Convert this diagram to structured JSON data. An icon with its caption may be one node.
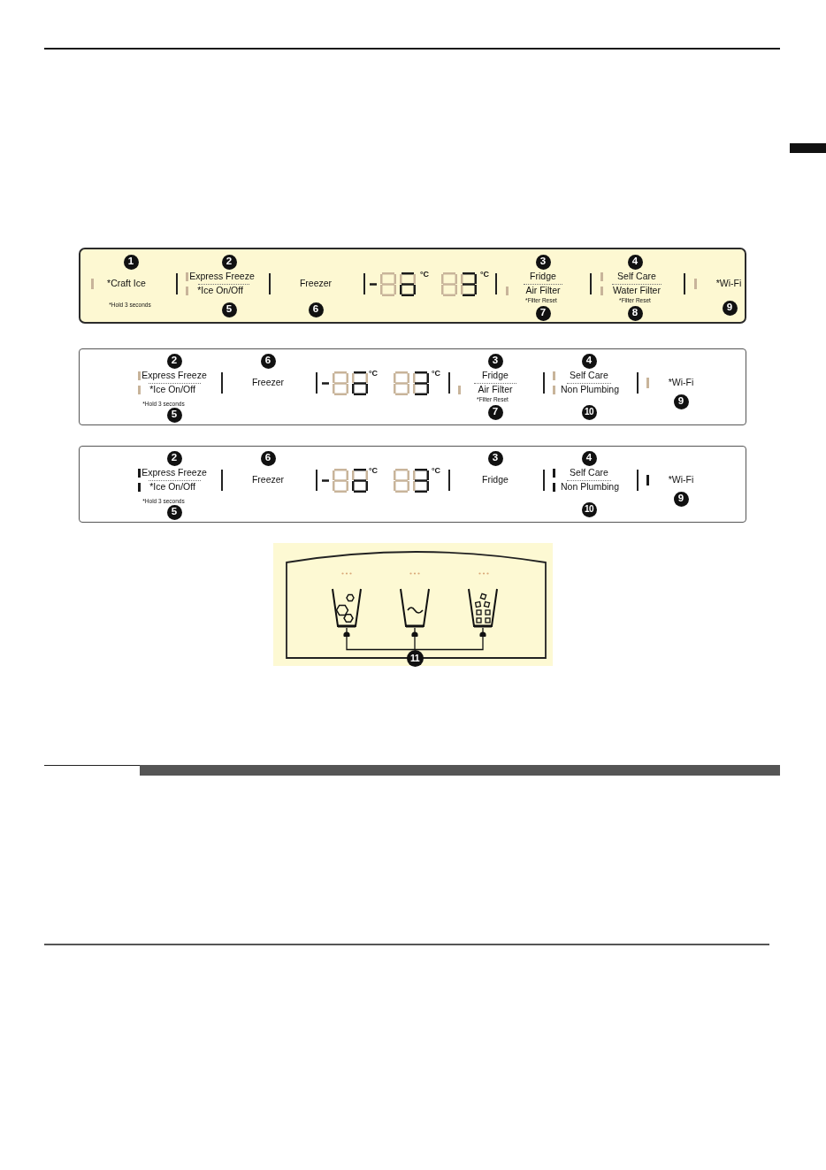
{
  "diagram": {
    "nodes": [
      {
        "text": [
          "1",
          "*Craft Ice",
          "*Hold 3 seconds",
          "2",
          "Express Freeze",
          "*Ice On/Off",
          "5",
          "Freezer",
          "6",
          "°C",
          "°C",
          "3",
          "Fridge",
          "Air Filter",
          "*Filter Reset",
          "7",
          "4",
          "Self Care",
          "Water Filter",
          "*Filter Reset",
          "8",
          "*Wi-Fi",
          "9"
        ]
      },
      {
        "text": [
          "2",
          "Express Freeze",
          "*Ice On/Off",
          "*Hold 3 seconds",
          "5",
          "6",
          "Freezer",
          "°C",
          "°C",
          "3",
          "Fridge",
          "Air Filter",
          "*Filter Reset",
          "7",
          "4",
          "Self Care",
          "Non Plumbing",
          "10",
          "*Wi-Fi",
          "9"
        ]
      },
      {
        "text": [
          "2",
          "Express Freeze",
          "*Ice On/Off",
          "*Hold 3 seconds",
          "5",
          "6",
          "Freezer",
          "°C",
          "°C",
          "3",
          "Fridge",
          "4",
          "Self Care",
          "Non Plumbing",
          "10",
          "*Wi-Fi",
          "9"
        ]
      },
      {
        "text": [],
        "shape": "box"
      },
      {
        "text": [],
        "shape": "picture",
        "in": 3
      },
      {
        "text": [],
        "shape": "picture",
        "in": 3
      },
      {
        "text": [],
        "shape": "picture",
        "in": 3
      },
      {
        "text": [
          "11"
        ]
      }
    ],
    "edges": [
      {
        "from": 7,
        "to": 4,
        "arrow": "other"
      },
      {
        "from": 7,
        "to": 5,
        "arrow": "other"
      },
      {
        "from": 7,
        "to": 6,
        "arrow": "other"
      }
    ]
  }
}
